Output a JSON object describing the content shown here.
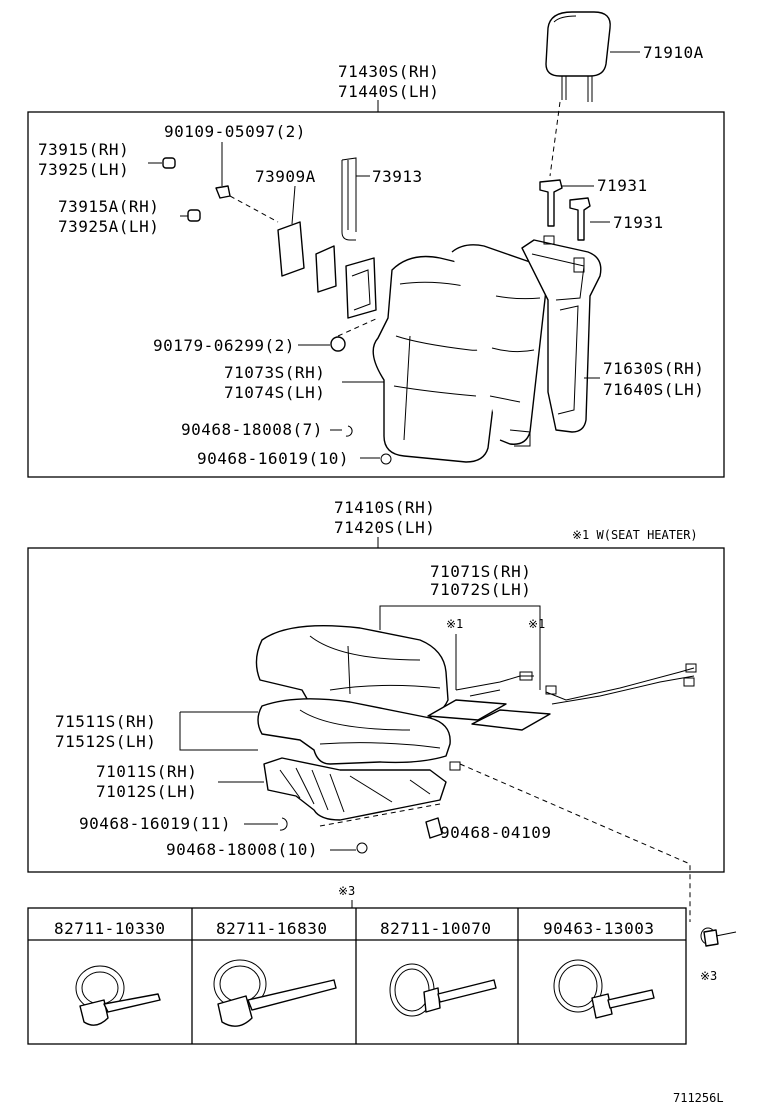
{
  "upper": {
    "headrest": "71910A",
    "back_assy": [
      "71430S(RH)",
      "71440S(LH)"
    ],
    "cap_rh_lh": [
      "73915(RH)",
      "73925(LH)"
    ],
    "cap_a_rh_lh": [
      "73915A(RH)",
      "73925A(LH)"
    ],
    "screw": "90109-05097(2)",
    "bracket": "73909A",
    "lever": "73913",
    "support_a": "71931",
    "support_b": "71931",
    "nut": "90179-06299(2)",
    "cover": [
      "71073S(RH)",
      "71074S(LH)"
    ],
    "frame": [
      "71630S(RH)",
      "71640S(LH)"
    ],
    "hog_ring_a": "90468-18008(7)",
    "hog_ring_b": "90468-16019(10)"
  },
  "lower": {
    "cushion_assy": [
      "71410S(RH)",
      "71420S(LH)"
    ],
    "heater_note": "※1 W(SEAT HEATER)",
    "cushion_cover": [
      "71071S(RH)",
      "71072S(LH)"
    ],
    "mark_1a": "※1",
    "mark_1b": "※1",
    "pad": [
      "71511S(RH)",
      "71512S(LH)"
    ],
    "spring": [
      "71011S(RH)",
      "71012S(LH)"
    ],
    "hog_ring_a": "90468-16019(11)",
    "hog_ring_b": "90468-18008(10)",
    "clip": "90468-04109"
  },
  "clamps": {
    "mark": "※3",
    "side_mark": "※3",
    "parts": [
      "82711-10330",
      "82711-16830",
      "82711-10070",
      "90463-13003"
    ]
  },
  "figure_code": "711256L"
}
